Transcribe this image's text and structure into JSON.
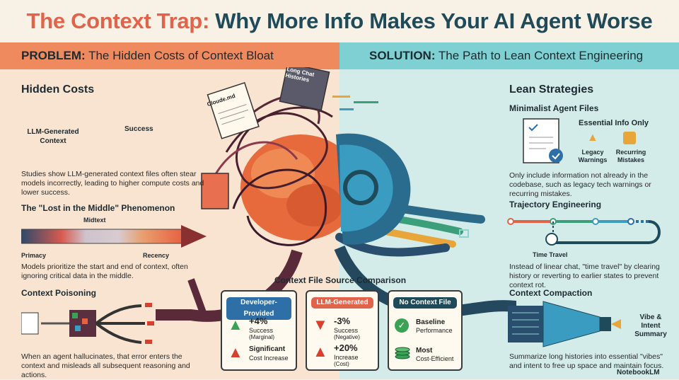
{
  "title": {
    "part1": "The Context Trap:",
    "part2": "Why More Info Makes Your AI Agent Worse"
  },
  "problem_band": {
    "label": "PROBLEM:",
    "text": "The Hidden Costs of Context Bloat"
  },
  "solution_band": {
    "label": "SOLUTION:",
    "text": "The Path to Lean Context Engineering"
  },
  "hidden_costs": {
    "heading": "Hidden Costs",
    "label_a": "LLM-Generated Context",
    "label_b": "Success",
    "body": "Studies show LLM-generated context files often stear models incorrectly, leading to higher compute costs and lower success."
  },
  "lost_middle": {
    "heading": "The \"Lost in the Middle\" Phenomenon",
    "midtext": "Midtext",
    "primacy": "Primacy",
    "recency": "Recency",
    "body": "Models prioritize the start and end of context, often ignoring critical data in the middle."
  },
  "poisoning": {
    "heading": "Context Poisoning",
    "body": "When an agent hallucinates, that error enters the context and misleads all subsequent reasoning and actions."
  },
  "brain_docs": {
    "doc1": "Cloude.md",
    "doc2": "Long Chat Histories"
  },
  "comparison": {
    "heading": "Context File Source Comparison",
    "cards": [
      {
        "title": "Developer-Provided",
        "v1": "+4%",
        "l1": "Success",
        "s1": "(Marginal)",
        "v2": "Significant",
        "l2": "Cost Increase"
      },
      {
        "title": "LLM-Generated",
        "v1": "-3%",
        "l1": "Success",
        "s1": "(Negative)",
        "v2": "+20%",
        "l2": "Increase",
        "s2": "(Cost)"
      },
      {
        "title": "No Context File",
        "v1": "Baseline",
        "l1": "Performance",
        "v2": "Most",
        "l2": "Cost-Efficient"
      }
    ]
  },
  "lean": {
    "heading": "Lean Strategies",
    "minimalist_heading": "Minimalist Agent Files",
    "essential": "Essential Info Only",
    "legacy": "Legacy Warnings",
    "recurring": "Recurring Mistakes",
    "body": "Only include information not already in the codebase, such as legacy tech warnings or recurring mistakes."
  },
  "trajectory": {
    "heading": "Trajectory Engineering",
    "time_travel": "Time Travel",
    "body": "Instead of linear chat, \"time travel\" by clearing history or reverting to earlier states to prevent context rot."
  },
  "compaction": {
    "heading": "Context Compaction",
    "label": "Vibe & Intent Summary",
    "body": "Summarize long histories into essential \"vibes\" and intent to free up space and maintain focus."
  },
  "watermark": "NotebookLM",
  "colors": {
    "orange": "#e0634a",
    "navy": "#1e4a5a",
    "teal": "#7fd0d2",
    "green": "#3aa255",
    "red": "#d8402e",
    "blue": "#2f6fa8"
  }
}
